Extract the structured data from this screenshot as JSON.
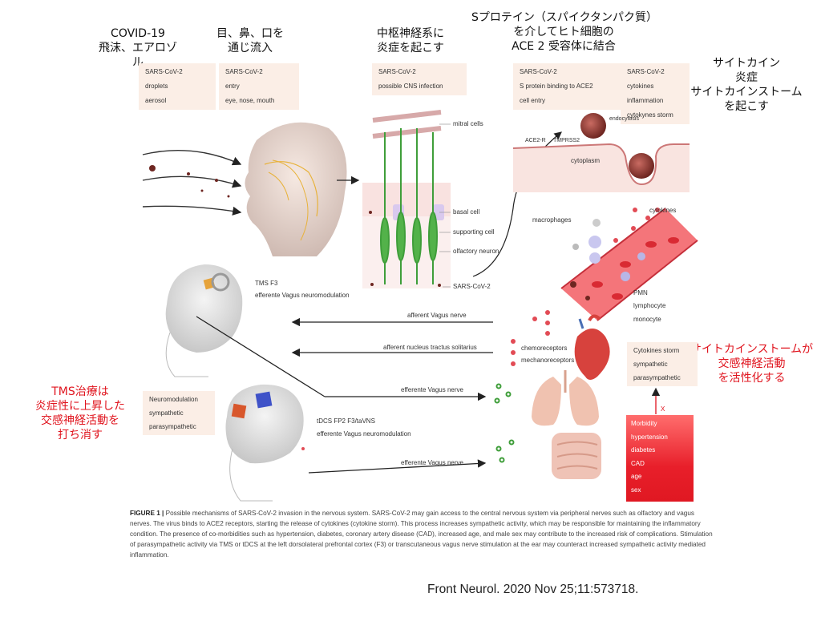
{
  "jp_labels": {
    "covid": [
      "COVID-19",
      "飛沫、エアロゾル"
    ],
    "entry": [
      "目、鼻、口を",
      "通じ流入"
    ],
    "cns": [
      "中枢神経系に",
      "炎症を起こす"
    ],
    "sprotein": [
      "Sプロテイン（スパイクタンパク質）",
      "を介してヒト細胞の",
      "ACE 2 受容体に結合"
    ],
    "cytokine": [
      "サイトカイン",
      "炎症",
      "サイトカインストーム",
      "を起こす"
    ],
    "tms": [
      "TMS治療は",
      "炎症性に上昇した",
      "交感神経活動を",
      "打ち消す"
    ],
    "storm_activate": [
      "サイトカインストームが",
      "交感神経活動",
      "を活性化する"
    ]
  },
  "info_boxes": {
    "droplets": [
      "SARS-CoV-2",
      "droplets",
      "aerosol"
    ],
    "entry": [
      "SARS-CoV-2",
      "entry",
      "eye, nose, mouth"
    ],
    "cns": [
      "SARS-CoV-2",
      "possible CNS infection"
    ],
    "ace2": [
      "SARS-CoV-2",
      "S protein binding to ACE2",
      "cell entry"
    ],
    "cytokines": [
      "SARS-CoV-2",
      "cytokines",
      "inflammation",
      "cytokynes storm"
    ]
  },
  "diagram_labels": {
    "mitral": "mitral cells",
    "basal": "basal cell",
    "supporting": "supporting cell",
    "olfactory": "olfactory neuron",
    "sars": "SARS-CoV-2",
    "endocytosis": "endocytosis",
    "ace2r": "ACE2-R",
    "tmprss2": "TMPRSS2",
    "cytoplasm": "cytoplasm",
    "cytokines_lbl": "cytokines",
    "macrophages": "macrophages",
    "pmn": "PMN",
    "lymphocyte": "lymphocyte",
    "monocyte": "monocyte",
    "tms_f3": "TMS F3",
    "eff_vagus_mod": "efferente Vagus neuromodulation",
    "aff_vagus": "afferent Vagus nerve",
    "aff_nts": "afferent nucleus tractus solitarius",
    "chemo": "chemoreceptors",
    "mechano": "mechanoreceptors",
    "eff_vagus_1": "efferente Vagus nerve",
    "eff_vagus_2": "efferente Vagus nerve",
    "tdcs": "tDCS FP2 F3/taVNS",
    "eff_vagus_mod_2": "efferente Vagus neuromodulation"
  },
  "neuromod_box": [
    "Neuromodulation",
    "sympathetic",
    "parasympathetic"
  ],
  "storm_box": [
    "Cytokines storm",
    "sympathetic",
    "parasympathetic"
  ],
  "morbidity_box": [
    "Morbidity",
    "hypertension",
    "diabetes",
    "CAD",
    "age",
    "sex"
  ],
  "morbidity_x": "X",
  "caption": {
    "label": "FIGURE 1 |",
    "text": "Possible mechanisms of SARS-CoV-2 invasion in the nervous system. SARS-CoV-2 may gain access to the central nervous system via peripheral nerves such as olfactory and vagus nerves. The virus binds to ACE2 receptors, starting the release of cytokines (cytokine storm). This process increases sympathetic activity, which may be responsible for maintaining the inflammatory condition. The presence of co-morbidities such as hypertension, diabetes, coronary artery disease (CAD), increased age, and male sex may contribute to the increased risk of complications. Stimulation of parasympathetic activity via TMS or tDCS at the left dorsolateral prefrontal cortex (F3) or transcutaneous vagus nerve stimulation at the ear may counteract increased sympathetic activity mediated inflammation."
  },
  "citation": "Front Neurol. 2020 Nov 25;11:573718.",
  "colors": {
    "accent_red": "#e0141e",
    "box_bg": "#fbeee6",
    "neuron_green": "#3f9e3a"
  }
}
